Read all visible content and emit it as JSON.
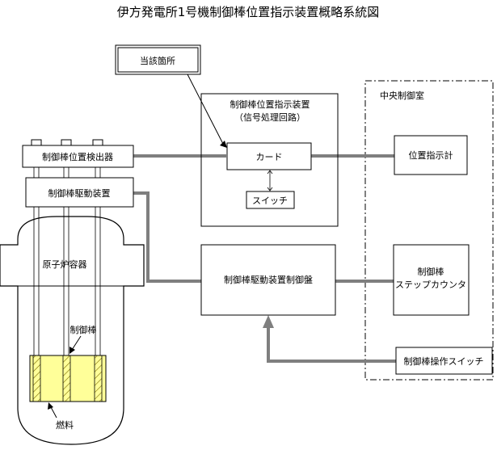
{
  "title": "伊方発電所1号機制御棒位置指示装置概略系統図",
  "labels": {
    "callout": "当該箇所",
    "indicator_device_line1": "制御棒位置指示装置",
    "indicator_device_line2": "（信号処理回路）",
    "card": "カード",
    "switch": "スイッチ",
    "central_control_room": "中央制御室",
    "position_indicator": "位置指示計",
    "detector": "制御棒位置検出器",
    "drive_device": "制御棒駆動装置",
    "reactor_vessel": "原子炉容器",
    "control_rod": "制御棒",
    "fuel": "燃料",
    "drive_control_panel": "制御棒駆動装置制御盤",
    "step_counter_line1": "制御棒",
    "step_counter_line2": "ステップカウンタ",
    "operation_switch": "制御棒操作スイッチ"
  },
  "colors": {
    "line": "#000000",
    "thick_line": "#7f7f7f",
    "fuel_fill": "#ffff99",
    "fuel_hatch": "#7a6a00"
  }
}
